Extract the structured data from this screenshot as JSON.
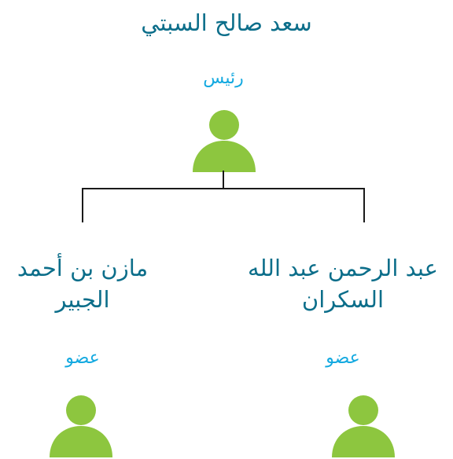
{
  "head": {
    "name": "سعد صالح السبتي",
    "role": "رئيس",
    "icon": "person-icon"
  },
  "members": [
    {
      "name_line1": "عبد الرحمن عبد الله",
      "name_line2": "السكران",
      "role": "عضو",
      "icon": "person-icon"
    },
    {
      "name_line1": "مازن بن أحمد",
      "name_line2": "الجبير",
      "role": "عضو",
      "icon": "person-icon"
    }
  ],
  "colors": {
    "name_text": "#0c6e8a",
    "role_text": "#13a9e0",
    "avatar": "#8dc63f",
    "connector": "#1a1a1a"
  }
}
